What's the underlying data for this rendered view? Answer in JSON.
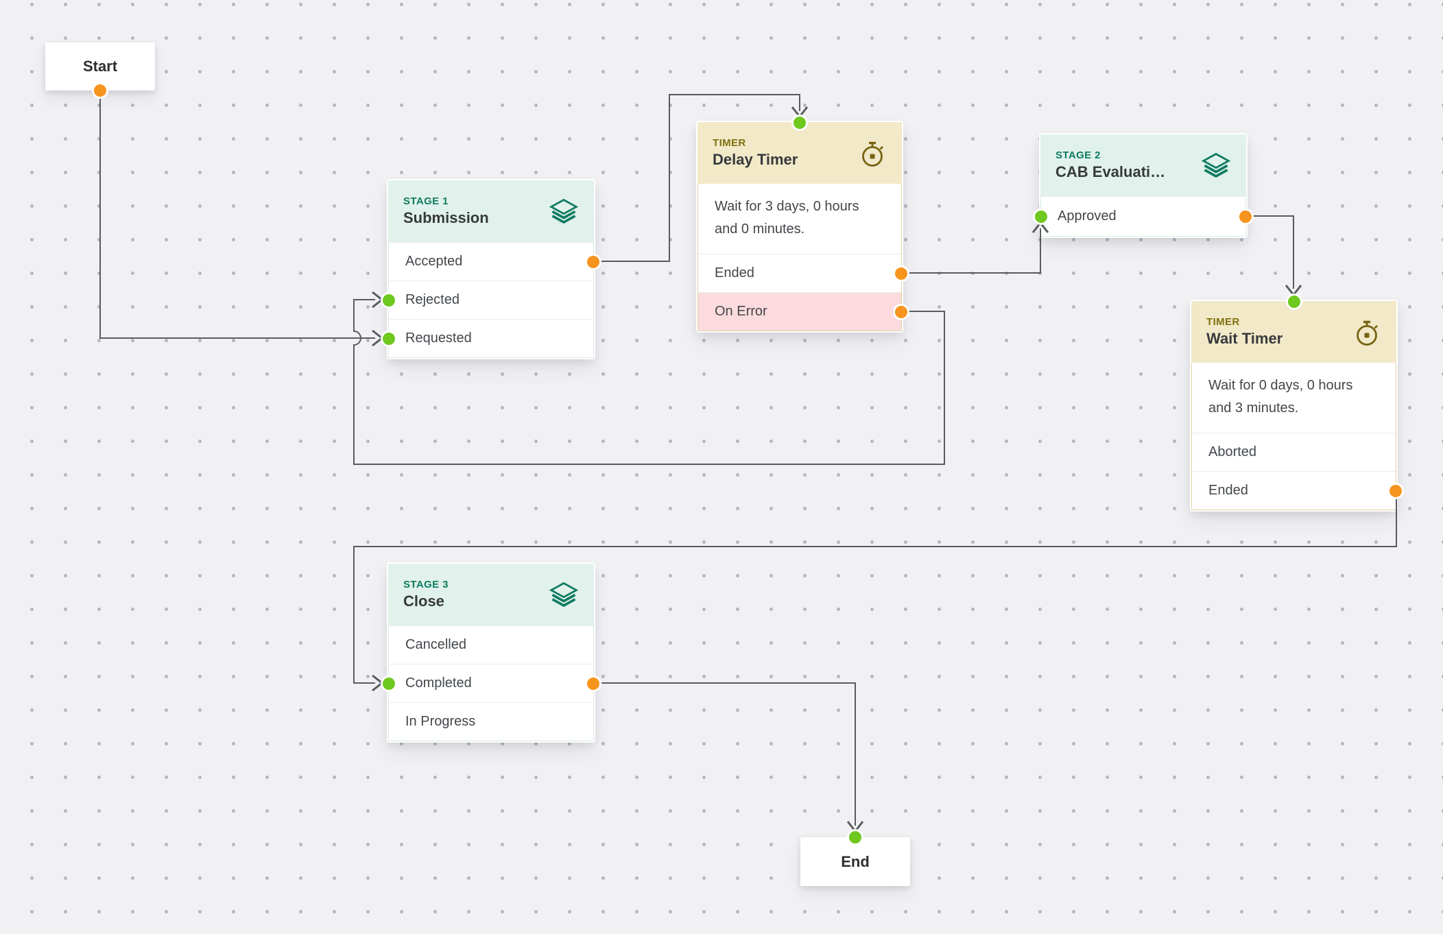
{
  "canvas": {
    "type": "workflow-designer-grid"
  },
  "colors": {
    "canvas_bg": "#f1f1f4",
    "grid_dot": "#b7b8c3",
    "line": "#585b5e",
    "port_out": "#f7941d",
    "port_in": "#6fc81e",
    "stage_header_bg": "#e1f1eb",
    "stage_label": "#0f7b61",
    "stage_border": "#d6ebe1",
    "timer_header_bg": "#f2e9c9",
    "timer_label": "#80700d",
    "timer_border": "#e0d3a2",
    "error_row_bg": "#fbdbde",
    "node_title": "#37393c",
    "row_text": "#42464a"
  },
  "nodes": [
    {
      "id": "start",
      "type": "terminal",
      "title": "Start"
    },
    {
      "id": "stage1",
      "type": "stage",
      "label": "STAGE 1",
      "title": "Submission",
      "icon": "layers-icon",
      "rows": [
        {
          "label": "Accepted",
          "port_out": true
        },
        {
          "label": "Rejected",
          "port_in": true
        },
        {
          "label": "Requested",
          "port_in": true
        }
      ]
    },
    {
      "id": "delay-timer",
      "type": "timer",
      "label": "TIMER",
      "title": "Delay Timer",
      "icon": "stopwatch-icon",
      "body": "Wait for 3 days, 0 hours and 0 minutes.",
      "port_in_top": true,
      "rows": [
        {
          "label": "Ended",
          "port_out": true
        },
        {
          "label": "On Error",
          "port_out": true,
          "error": true
        }
      ]
    },
    {
      "id": "stage2",
      "type": "stage",
      "label": "STAGE 2",
      "title": "CAB Evaluati…",
      "icon": "layers-icon",
      "rows": [
        {
          "label": "Approved",
          "port_in": true,
          "port_out": true
        }
      ]
    },
    {
      "id": "wait-timer",
      "type": "timer",
      "label": "TIMER",
      "title": "Wait Timer",
      "icon": "stopwatch-icon",
      "body": "Wait for 0 days, 0 hours and 3 minutes.",
      "port_in_top": true,
      "rows": [
        {
          "label": "Aborted"
        },
        {
          "label": "Ended",
          "port_out": true
        }
      ]
    },
    {
      "id": "stage3",
      "type": "stage",
      "label": "STAGE 3",
      "title": "Close",
      "icon": "layers-icon",
      "rows": [
        {
          "label": "Cancelled"
        },
        {
          "label": "Completed",
          "port_in": true,
          "port_out": true
        },
        {
          "label": "In Progress"
        }
      ]
    },
    {
      "id": "end",
      "type": "terminal",
      "title": "End"
    }
  ],
  "connections": [
    {
      "from": "Start",
      "to": "Submission.Requested"
    },
    {
      "from": "Submission.Accepted",
      "to": "Delay Timer"
    },
    {
      "from": "Delay Timer.Ended",
      "to": "CAB Evaluati….Approved"
    },
    {
      "from": "Delay Timer.On Error",
      "to": "Submission.Rejected"
    },
    {
      "from": "CAB Evaluati….Approved",
      "to": "Wait Timer"
    },
    {
      "from": "Wait Timer.Ended",
      "to": "Close.Completed"
    },
    {
      "from": "Close.Completed",
      "to": "End"
    }
  ]
}
